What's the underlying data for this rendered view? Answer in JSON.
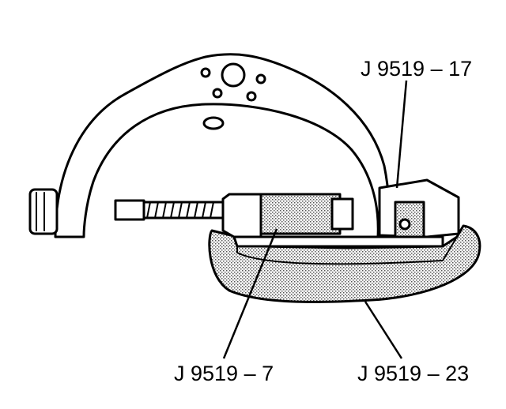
{
  "labels": {
    "receiver_tool": "J 9519 – 17",
    "installer_tool": "J 9519 – 7",
    "clamp_tool": "J 9519 – 23"
  },
  "colors": {
    "ink": "#000000",
    "paper": "#ffffff",
    "stipple": "#8c8c8c"
  }
}
